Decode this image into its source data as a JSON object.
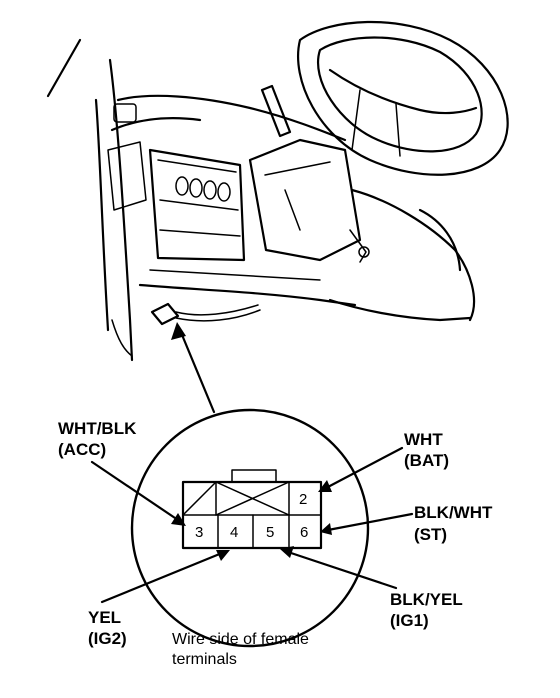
{
  "labels": {
    "wht_blk": "WHT/BLK",
    "acc": "(ACC)",
    "wht": "WHT",
    "bat": "(BAT)",
    "blk_wht": "BLK/WHT",
    "st": "(ST)",
    "blk_yel": "BLK/YEL",
    "ig1": "(IG1)",
    "yel": "YEL",
    "ig2": "(IG2)"
  },
  "caption": {
    "line1": "Wire side of female",
    "line2": "terminals"
  },
  "pins": {
    "p2": "2",
    "p3": "3",
    "p4": "4",
    "p5": "5",
    "p6": "6"
  }
}
